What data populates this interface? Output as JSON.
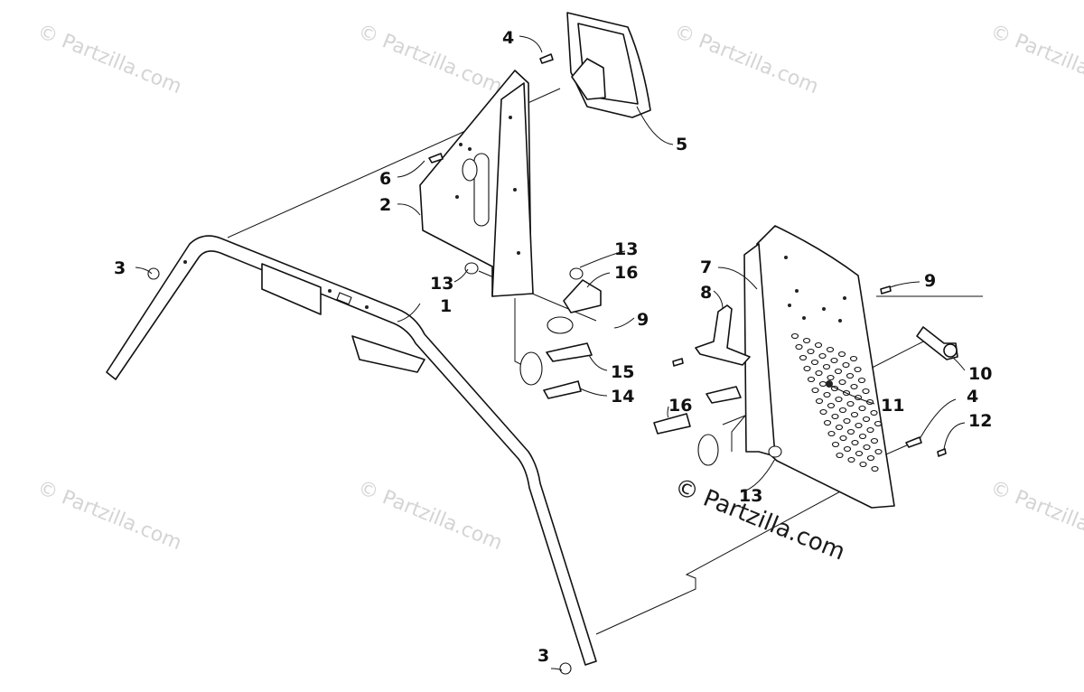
{
  "watermark": {
    "small_text": "© Partzilla.com",
    "main_text": "© Partzilla.com"
  },
  "callouts": [
    {
      "id": "1",
      "label": "1"
    },
    {
      "id": "2",
      "label": "2"
    },
    {
      "id": "3a",
      "label": "3"
    },
    {
      "id": "3b",
      "label": "3"
    },
    {
      "id": "4a",
      "label": "4"
    },
    {
      "id": "4b",
      "label": "4"
    },
    {
      "id": "5",
      "label": "5"
    },
    {
      "id": "6",
      "label": "6"
    },
    {
      "id": "7",
      "label": "7"
    },
    {
      "id": "8",
      "label": "8"
    },
    {
      "id": "9a",
      "label": "9"
    },
    {
      "id": "9b",
      "label": "9"
    },
    {
      "id": "10",
      "label": "10"
    },
    {
      "id": "11",
      "label": "11"
    },
    {
      "id": "12",
      "label": "12"
    },
    {
      "id": "13a",
      "label": "13"
    },
    {
      "id": "13b",
      "label": "13"
    },
    {
      "id": "13c",
      "label": "13"
    },
    {
      "id": "14",
      "label": "14"
    },
    {
      "id": "15",
      "label": "15"
    },
    {
      "id": "16a",
      "label": "16"
    },
    {
      "id": "16b",
      "label": "16"
    }
  ]
}
